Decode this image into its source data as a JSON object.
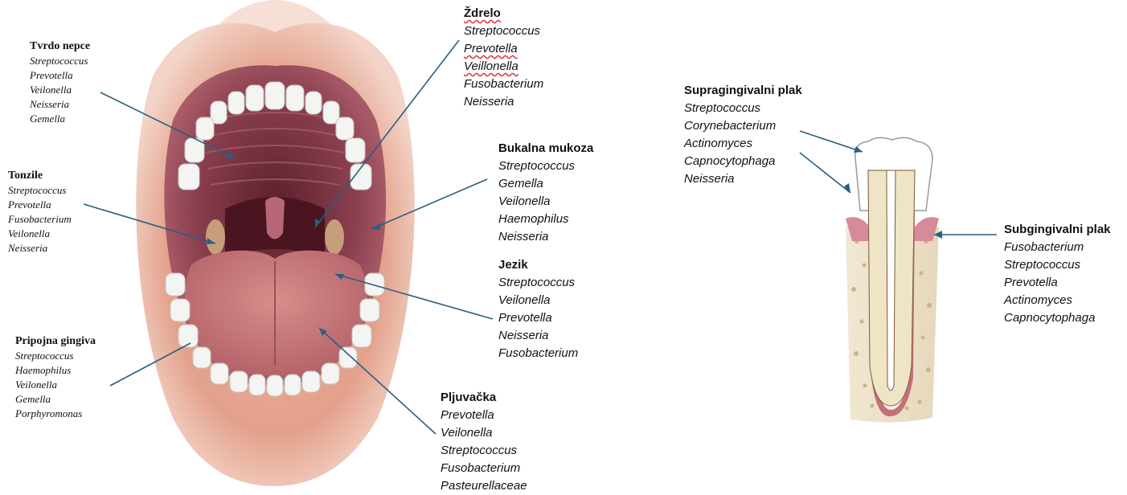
{
  "colors": {
    "pointer": "#2a5f80",
    "lip": "#e2a08c",
    "oral_cavity": "#7b3342",
    "tongue": "#c77a7a",
    "tooth": "#f4f4f2",
    "gum": "#c46f7a",
    "bone": "#eadfc8",
    "dentin": "#efe4c6"
  },
  "labels": {
    "tvrdo_nepce": {
      "title": "Tvrdo nepce",
      "items": [
        "Streptococcus",
        "Prevotella",
        "Veilonella",
        "Neisseria",
        "Gemella"
      ]
    },
    "tonzile": {
      "title": "Tonzile",
      "items": [
        "Streptococcus",
        "Prevotella",
        "Fusobacterium",
        "Veilonella",
        "Neisseria"
      ]
    },
    "pripojna_gingiva": {
      "title": "Pripojna gingiva",
      "items": [
        "Streptococcus",
        "Haemophilus",
        "Veilonella",
        "Gemella",
        "Porphyromonas"
      ]
    },
    "zdrelo": {
      "title": "Ždrelo",
      "items": [
        "Streptococcus",
        "Prevotella",
        "Veillonella",
        "Fusobacterium",
        "Neisseria"
      ]
    },
    "bukalna_mukoza": {
      "title": "Bukalna mukoza",
      "items": [
        "Streptococcus",
        "Gemella",
        "Veilonella",
        "Haemophilus",
        "Neisseria"
      ]
    },
    "jezik": {
      "title": "Jezik",
      "items": [
        "Streptococcus",
        "Veilonella",
        "Prevotella",
        "Neisseria",
        "Fusobacterium"
      ]
    },
    "pljuvacka": {
      "title": "Pljuvačka",
      "items": [
        "Prevotella",
        "Veilonella",
        "Streptococcus",
        "Fusobacterium",
        "Pasteurellaceae"
      ]
    },
    "supragingivalni_plak": {
      "title": "Supragingivalni plak",
      "items": [
        "Streptococcus",
        "Corynebacterium",
        "Actinomyces",
        "Capnocytophaga",
        "Neisseria"
      ]
    },
    "subgingivalni_plak": {
      "title": "Subgingivalni plak",
      "items": [
        "Fusobacterium",
        "Streptococcus",
        "Prevotella",
        "Actinomyces",
        "Capnocytophaga"
      ]
    }
  }
}
